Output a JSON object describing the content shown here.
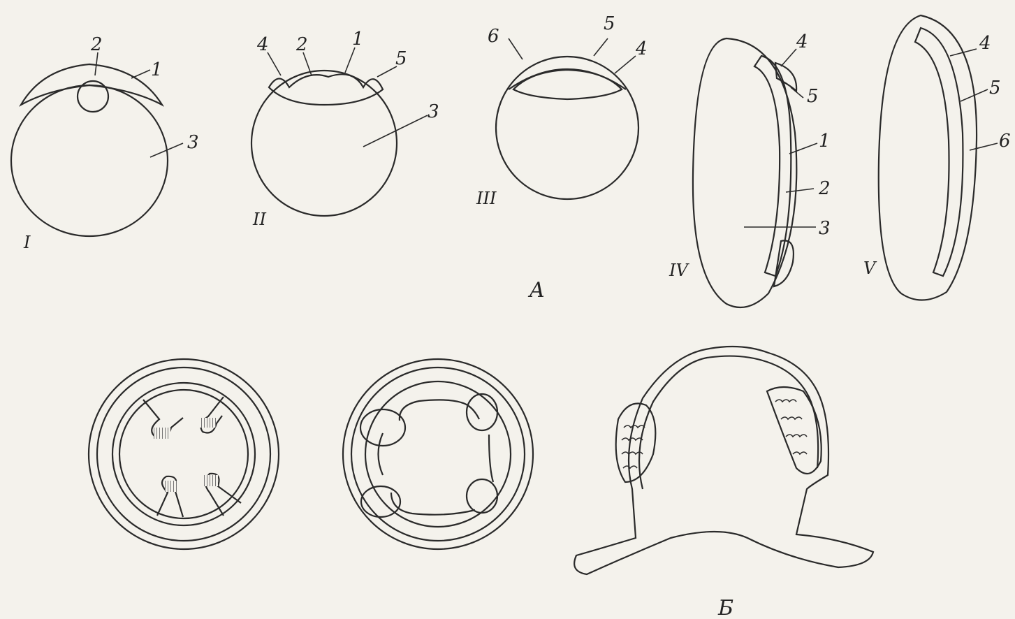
{
  "panels": {
    "A": "A",
    "B": "Б"
  },
  "stages": {
    "s1": {
      "roman": "I",
      "labels": [
        "2",
        "1",
        "3"
      ]
    },
    "s2": {
      "roman": "II",
      "labels": [
        "4",
        "2",
        "1",
        "5",
        "3"
      ]
    },
    "s3": {
      "roman": "III",
      "labels": [
        "6",
        "5",
        "4"
      ]
    },
    "s4": {
      "roman": "IV",
      "labels": [
        "4",
        "5",
        "1",
        "2",
        "3"
      ]
    },
    "s5": {
      "roman": "V",
      "labels": [
        "4",
        "5",
        "6"
      ]
    }
  },
  "colors": {
    "ink": "#2a2a2a",
    "paper": "#f4f2ec",
    "yolk_dot": "#3a3a3a",
    "hatch": "#555555"
  }
}
